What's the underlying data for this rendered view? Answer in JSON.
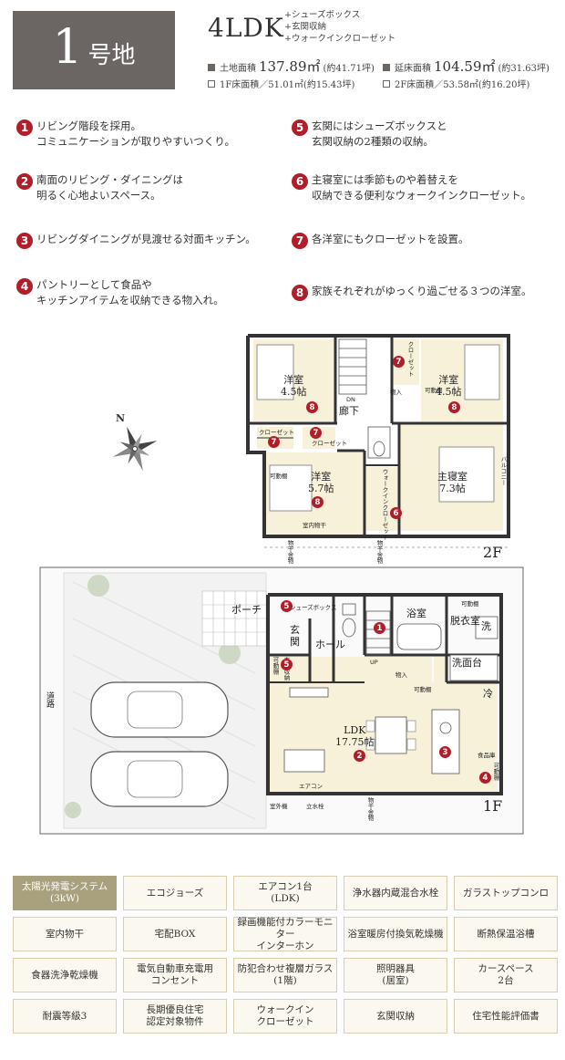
{
  "header": {
    "lot_number": "1",
    "lot_suffix": "号地",
    "plan_type": "4LDK",
    "extras": [
      "+シューズボックス",
      "+玄関収納",
      "+ウォークインクローゼット"
    ],
    "land_area_label": "土地面積",
    "land_area_value": "137.89㎡",
    "land_area_tsubo": "(約41.71坪)",
    "floor_area_label": "延床面積",
    "floor_area_value": "104.59㎡",
    "floor_area_tsubo": "(約31.63坪)",
    "f1_area": "1F床面積／51.01㎡(約15.43坪)",
    "f2_area": "2F床面積／53.58㎡(約16.20坪)"
  },
  "features": [
    {
      "num": "1",
      "text": "リビング階段を採用。\nコミュニケーションが取りやすいつくり。"
    },
    {
      "num": "2",
      "text": "南面のリビング・ダイニングは\n明るく心地よいスペース。"
    },
    {
      "num": "3",
      "text": "リビングダイニングが見渡せる対面キッチン。"
    },
    {
      "num": "4",
      "text": "パントリーとして食品や\nキッチンアイテムを収納できる物入れ。"
    },
    {
      "num": "5",
      "text": "玄関にはシューズボックスと\n玄関収納の2種類の収納。"
    },
    {
      "num": "6",
      "text": "主寝室には季節ものや着替えを\n収納できる便利なウォークインクローゼット。"
    },
    {
      "num": "7",
      "text": "各洋室にもクローゼットを設置。"
    },
    {
      "num": "8",
      "text": "家族それぞれがゆっくり過ごせる３つの洋室。"
    }
  ],
  "plan_2f": {
    "floor": "2F",
    "rooms": {
      "western_a": "洋室\n4.5帖",
      "western_b": "洋室\n4.5帖",
      "western_c": "洋室\n5.7帖",
      "master": "主寝室\n7.3帖",
      "hall": "廊下",
      "dn": "DN"
    },
    "small": {
      "closet": "クローゼット",
      "storage": "物入",
      "shelf": "可動棚",
      "wic": "ウォークインクローゼット",
      "indoor_dry": "室内物干",
      "balcony": "バルコニー",
      "pipe": "物干金物"
    },
    "markers": [
      "8",
      "7",
      "8",
      "7",
      "7",
      "8",
      "6"
    ]
  },
  "plan_1f": {
    "floor": "1F",
    "rooms": {
      "porch": "ポーチ",
      "entrance": "玄\n関",
      "hall": "ホール",
      "ldk": "LDK\n17.75帖",
      "bath": "浴室",
      "dressing": "脱衣室",
      "wash": "洗",
      "washstand": "洗面台",
      "fridge": "冷",
      "up": "UP"
    },
    "small": {
      "shoebox": "シューズボックス",
      "entrance_storage": "玄関収納",
      "shelf": "可動棚",
      "storage": "物入",
      "pantry": "食品庫",
      "aircon": "エアコン",
      "outdoor_unit": "室外機",
      "water_tap": "立水栓",
      "pipe": "物干金物"
    },
    "road": "道路",
    "markers": [
      "5",
      "5",
      "1",
      "2",
      "3",
      "4"
    ]
  },
  "equipment": [
    {
      "label": "太陽光発電システム\n(3kW)",
      "highlight": true
    },
    {
      "label": "エコジョーズ",
      "highlight": false
    },
    {
      "label": "エアコン1台\n(LDK)",
      "highlight": false
    },
    {
      "label": "浄水器内蔵混合水栓",
      "highlight": false
    },
    {
      "label": "ガラストップコンロ",
      "highlight": false
    },
    {
      "label": "室内物干",
      "highlight": false
    },
    {
      "label": "宅配BOX",
      "highlight": false
    },
    {
      "label": "録画機能付カラーモニター\nインターホン",
      "highlight": false
    },
    {
      "label": "浴室暖房付換気乾燥機",
      "highlight": false
    },
    {
      "label": "断熱保温浴槽",
      "highlight": false
    },
    {
      "label": "食器洗浄乾燥機",
      "highlight": false
    },
    {
      "label": "電気自動車充電用\nコンセント",
      "highlight": false
    },
    {
      "label": "防犯合わせ複層ガラス\n(1階)",
      "highlight": false
    },
    {
      "label": "照明器具\n(居室)",
      "highlight": false
    },
    {
      "label": "カースペース\n2台",
      "highlight": false
    },
    {
      "label": "耐震等級3",
      "highlight": false
    },
    {
      "label": "長期優良住宅\n認定対象物件",
      "highlight": false
    },
    {
      "label": "ウォークイン\nクローゼット",
      "highlight": false
    },
    {
      "label": "玄関収納",
      "highlight": false
    },
    {
      "label": "住宅性能評価書",
      "highlight": false
    }
  ],
  "colors": {
    "accent_red": "#b01e2a",
    "badge_gray": "#6b6663",
    "room_fill": "#f7f1d9",
    "equip_bg": "#fbf8ef",
    "equip_highlight": "#a9a07e"
  },
  "compass_label": "N"
}
